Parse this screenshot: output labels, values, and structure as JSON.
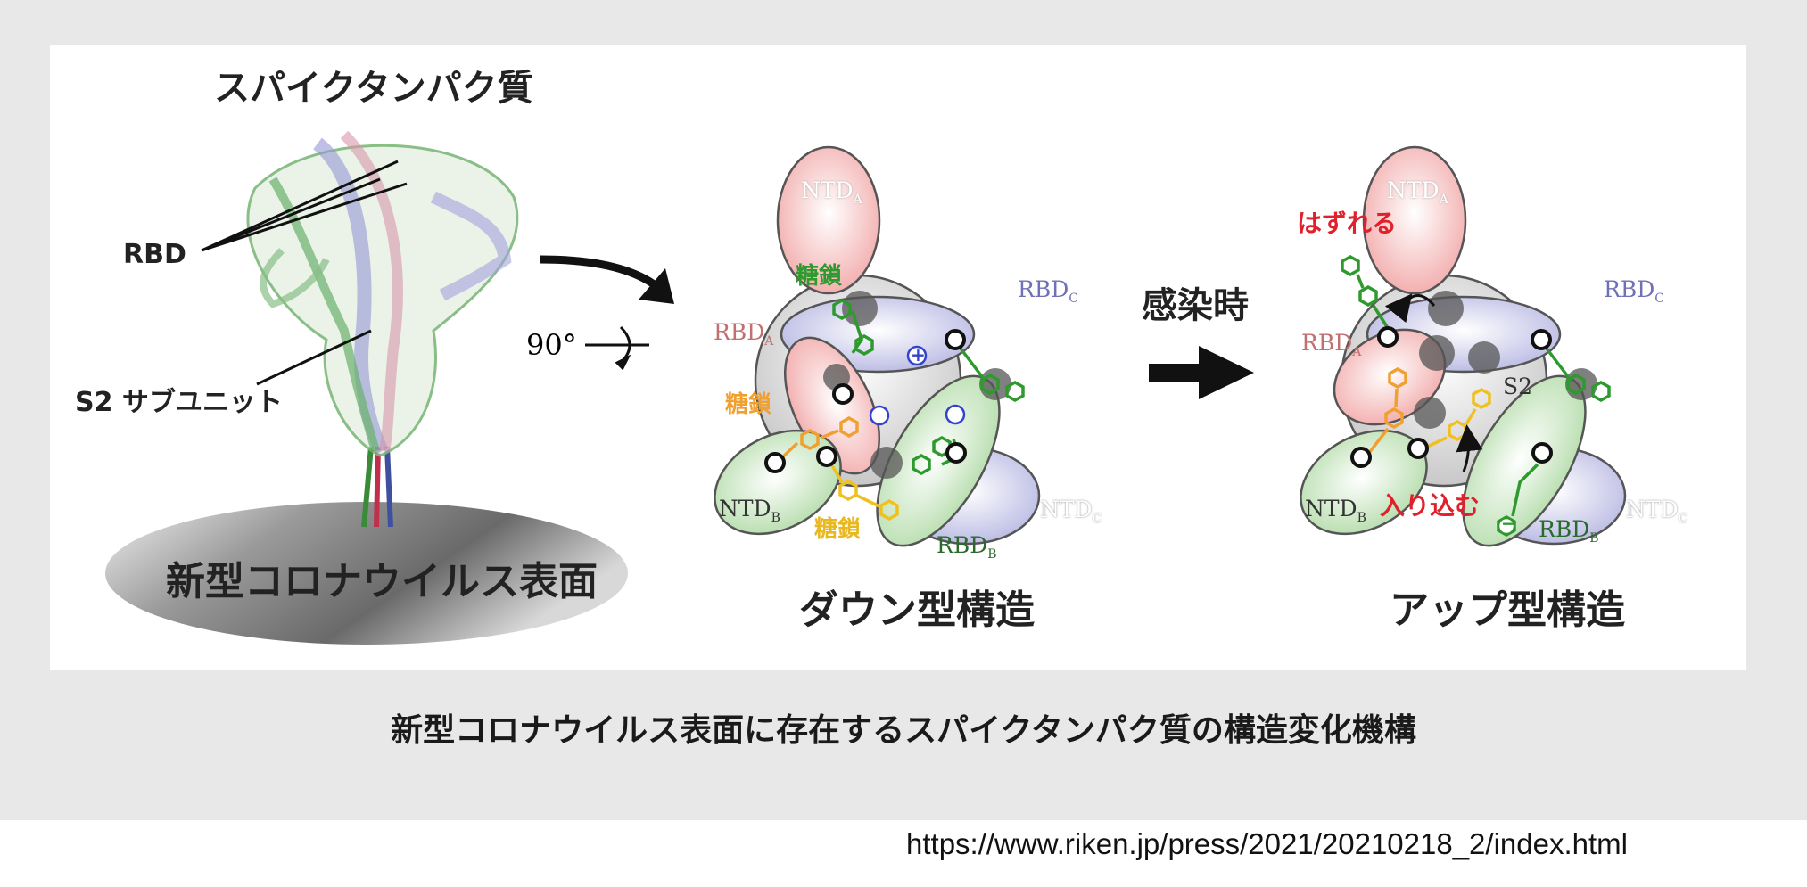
{
  "figure": {
    "spike_title": "スパイクタンパク質",
    "rbd_label": "RBD",
    "s2_label": "S2 サブユニット",
    "surface_label": "新型コロナウイルス表面",
    "rotation_label": "90°",
    "infection_label": "感染時",
    "down": {
      "title": "ダウン型構造",
      "ntd_a": "NTD",
      "ntd_a_sub": "A",
      "rbd_c": "RBD",
      "rbd_c_sub": "C",
      "rbd_a": "RBD",
      "rbd_a_sub": "A",
      "ntd_b": "NTD",
      "ntd_b_sub": "B",
      "rbd_b": "RBD",
      "rbd_b_sub": "B",
      "ntd_c": "NTD",
      "ntd_c_sub": "C",
      "glycan_green": "糖鎖",
      "glycan_orange": "糖鎖",
      "glycan_yellow": "糖鎖",
      "plus": "+"
    },
    "up": {
      "title": "アップ型構造",
      "ntd_a": "NTD",
      "ntd_a_sub": "A",
      "rbd_c": "RBD",
      "rbd_c_sub": "C",
      "rbd_a": "RBD",
      "rbd_a_sub": "A",
      "s2": "S2",
      "ntd_b": "NTD",
      "ntd_b_sub": "B",
      "rbd_b": "RBD",
      "rbd_b_sub": "B",
      "ntd_c": "NTD",
      "ntd_c_sub": "C",
      "detach": "はずれる",
      "insert": "入り込む",
      "minus": "−"
    }
  },
  "caption": "新型コロナウイルス表面に存在するスパイクタンパク質の構造変化機構",
  "source_url": "https://www.riken.jp/press/2021/20210218_2/index.html",
  "colors": {
    "pink": "#f4c2c2",
    "lavender": "#c9c9ea",
    "green": "#cfe8c8",
    "glycan_green": "#2e9a2e",
    "glycan_orange": "#f0a030",
    "glycan_yellow": "#f0c020",
    "red_text": "#e0202a",
    "plus_blue": "#3344cc"
  }
}
